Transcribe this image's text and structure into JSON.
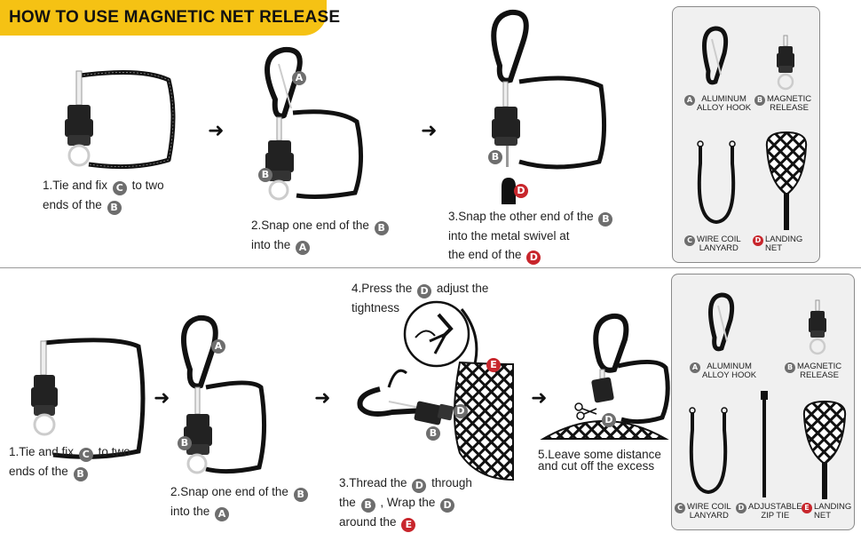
{
  "title": "HOW TO USE MAGNETIC NET RELEASE",
  "top": {
    "step1": {
      "line1a": "1.Tie and fix",
      "b1": "C",
      "line1b": "to two",
      "line2a": "ends of the",
      "b2": "B"
    },
    "step2": {
      "line1a": "2.Snap one end of the",
      "b1": "B",
      "line2a": "into the",
      "b2": "A"
    },
    "step3": {
      "line1a": "3.Snap the other end of the",
      "b1": "B",
      "line2": "into the metal swivel at",
      "line3a": "the end of the",
      "b2": "D"
    },
    "badges": {
      "a": "A",
      "b": "B",
      "b2": "B",
      "d": "D"
    },
    "legend": {
      "a_badge": "A",
      "a_l1": "ALUMINUM",
      "a_l2": "ALLOY HOOK",
      "b_badge": "B",
      "b_l1": "MAGNETIC",
      "b_l2": "RELEASE",
      "c_badge": "C",
      "c_l1": "WIRE COIL",
      "c_l2": "LANYARD",
      "d_badge": "D",
      "d_l1": "LANDING",
      "d_l2": "NET"
    }
  },
  "bottom": {
    "step1": {
      "line1a": "1.Tie and fix",
      "b1": "C",
      "line1b": "to two",
      "line2a": "ends of the",
      "b2": "B"
    },
    "step2": {
      "line1a": "2.Snap one end of the",
      "b1": "B",
      "line2a": "into the",
      "b2": "A"
    },
    "step3": {
      "line1a": "3.Thread the",
      "b1": "D",
      "line1b": "through",
      "line2a": "the",
      "b2": "B",
      "line2b": ", Wrap the",
      "b3": "D",
      "line3a": "around the",
      "b4": "E"
    },
    "step4": {
      "line1a": "4.Press the",
      "b1": "D",
      "line1b": "adjust the",
      "line2": "tightness"
    },
    "step5": {
      "line1": "5.Leave some distance",
      "line2": "and cut off the excess"
    },
    "badges": {
      "a": "A",
      "b": "B",
      "b3": "B",
      "d3": "D",
      "e": "E",
      "d5": "D"
    },
    "legend": {
      "a_badge": "A",
      "a_l1": "ALUMINUM",
      "a_l2": "ALLOY HOOK",
      "b_badge": "B",
      "b_l1": "MAGNETIC",
      "b_l2": "RELEASE",
      "c_badge": "C",
      "c_l1": "WIRE COIL",
      "c_l2": "LANYARD",
      "d_badge": "D",
      "d_l1": "ADJUSTABLE",
      "d_l2": "ZIP TIE",
      "e_badge": "E",
      "e_l1": "LANDING",
      "e_l2": "NET"
    }
  },
  "colors": {
    "banner": "#f5c214",
    "badge": "#6e6e6e",
    "badge_red": "#c8262c",
    "panel": "#f0f0f0"
  },
  "icons": [
    "right-arrow-icon",
    "carabiner-icon",
    "magnetic-release-icon",
    "coil-lanyard-icon",
    "landing-net-icon",
    "zip-tie-icon",
    "scissors-icon"
  ]
}
